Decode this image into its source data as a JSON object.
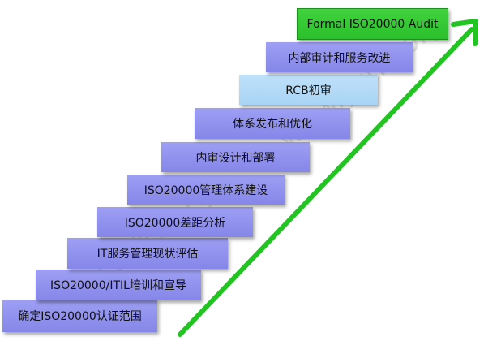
{
  "steps": [
    {
      "label": "确定ISO20000认证范围"
    },
    {
      "label": "ISO20000/ITIL培训和宣导"
    },
    {
      "label": "IT服务管理现状评估"
    },
    {
      "label": "ISO20000差距分析"
    },
    {
      "label": "ISO20000管理体系建设"
    },
    {
      "label": "内审设计和部署"
    },
    {
      "label": "体系发布和优化"
    },
    {
      "label": "RCB初审"
    },
    {
      "label": "内部审计和服务改进"
    },
    {
      "label": "Formal ISO20000 Audit"
    }
  ],
  "watermark": {
    "text": "www.yutrc.org"
  },
  "colors": {
    "step": "#8e8fee",
    "rcb_step": "#b4dbf8",
    "final_step": "#34c934",
    "arrow": "#22c422"
  },
  "icons": {
    "arrow": "up-right-arrow"
  }
}
